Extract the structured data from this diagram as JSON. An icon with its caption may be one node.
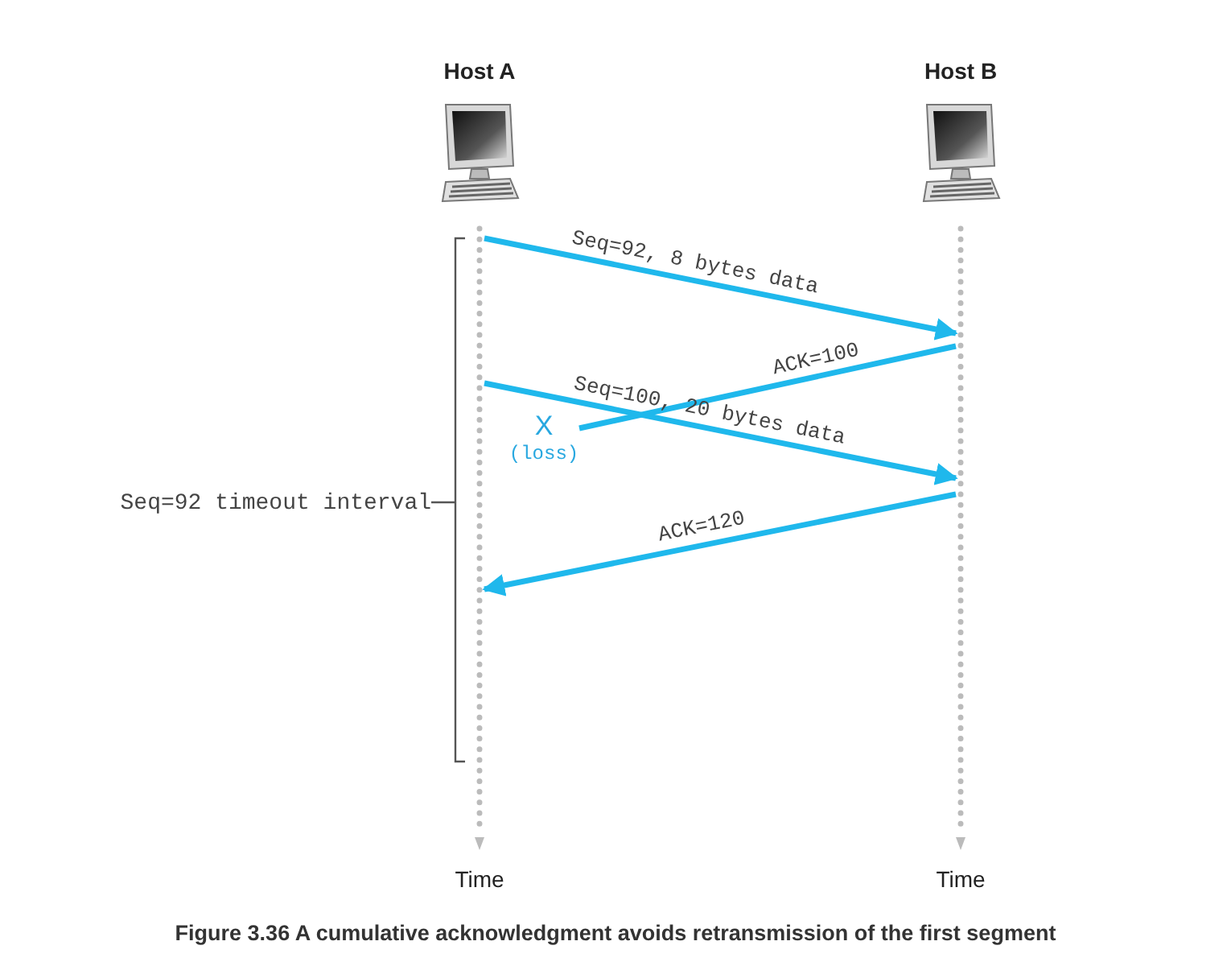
{
  "diagram": {
    "caption": "Figure 3.36 A cumulative acknowledgment avoids retransmission of the first segment",
    "nodes": [
      {
        "text": [
          "Host A"
        ]
      },
      {
        "text": [
          "Host B"
        ]
      },
      {
        "text": [],
        "shape": "bar",
        "beside": [
          "Time"
        ]
      },
      {
        "text": [],
        "shape": "bar",
        "beside": [
          "Time"
        ]
      },
      {
        "text": [
          "X",
          "(loss)"
        ]
      }
    ],
    "edges": [
      {
        "from": 2,
        "to": 3,
        "arrow": "to",
        "label": "Seq=92, 8 bytes data"
      },
      {
        "from": 3,
        "to": 4,
        "arrow": "none",
        "label": "ACK=100"
      },
      {
        "from": 2,
        "to": 3,
        "arrow": "to",
        "label": "Seq=100, 20 bytes data"
      },
      {
        "from": 3,
        "to": 2,
        "arrow": "to",
        "label": "ACK=120"
      }
    ],
    "labels": [
      "Seq=92 timeout interval"
    ]
  }
}
